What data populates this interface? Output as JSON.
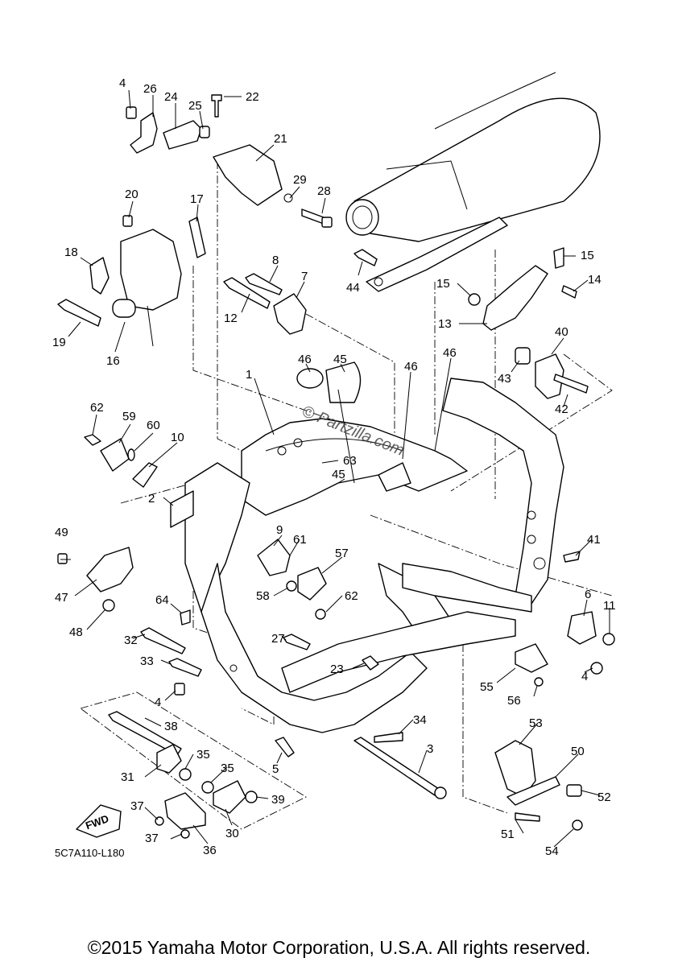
{
  "figure_code": "5C7A110-L180",
  "copyright": "©2015 Yamaha Motor Corporation, U.S.A. All rights reserved.",
  "watermark": "© Partzilla.com",
  "direction_arrow": "FWD",
  "callouts": [
    "1",
    "2",
    "3",
    "4",
    "4",
    "4",
    "5",
    "6",
    "7",
    "8",
    "9",
    "10",
    "11",
    "12",
    "13",
    "14",
    "15",
    "15",
    "16",
    "17",
    "18",
    "19",
    "20",
    "21",
    "22",
    "23",
    "24",
    "25",
    "26",
    "27",
    "28",
    "29",
    "30",
    "31",
    "32",
    "33",
    "34",
    "35",
    "35",
    "36",
    "37",
    "37",
    "38",
    "39",
    "40",
    "41",
    "42",
    "43",
    "44",
    "45",
    "45",
    "46",
    "46",
    "46",
    "47",
    "48",
    "49",
    "50",
    "51",
    "52",
    "53",
    "54",
    "55",
    "56",
    "57",
    "58",
    "59",
    "60",
    "61",
    "62",
    "62",
    "63",
    "64"
  ]
}
